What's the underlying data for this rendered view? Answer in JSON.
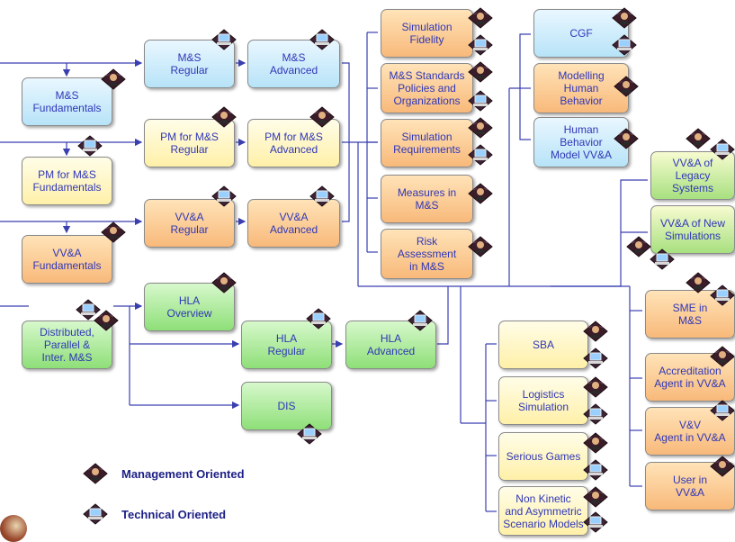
{
  "diagram": {
    "nodes": {
      "ms_fundamentals": "M&S\nFundamentals",
      "ms_regular": "M&S\nRegular",
      "ms_advanced": "M&S\nAdvanced",
      "pm_fundamentals": "PM for M&S\nFundamentals",
      "pm_regular": "PM for M&S\nRegular",
      "pm_advanced": "PM for M&S\nAdvanced",
      "vva_fundamentals": "VV&A\nFundamentals",
      "vva_regular": "VV&A\nRegular",
      "vva_advanced": "VV&A\nAdvanced",
      "distributed": "Distributed,\nParallel &\nInter. M&S",
      "hla_overview": "HLA\nOverview",
      "hla_regular": "HLA\nRegular",
      "hla_advanced": "HLA\nAdvanced",
      "dis": "DIS",
      "sim_fidelity": "Simulation\nFidelity",
      "ms_standards": "M&S Standards\nPolicies and\nOrganizations",
      "sim_requirements": "Simulation\nRequirements",
      "measures": "Measures in\nM&S",
      "risk": "Risk\nAssessment\nin M&S",
      "cgf": "CGF",
      "modelling_human": "Modelling\nHuman\nBehavior",
      "human_vva": "Human\nBehavior\nModel VV&A",
      "vva_legacy": "VV&A of\nLegacy\nSystems",
      "vva_new": "VV&A of New\nSimulations",
      "sme": "SME in\nM&S",
      "accreditation": "Accreditation\nAgent in VV&A",
      "vv_agent": "V&V\nAgent in VV&A",
      "user_vva": "User in\nVV&A",
      "sba": "SBA",
      "logistics": "Logistics\nSimulation",
      "serious_games": "Serious Games",
      "non_kinetic": "Non Kinetic\nand Asymmetric\nScenario Models"
    },
    "legend": {
      "management": "Management Oriented",
      "technical": "Technical Oriented"
    },
    "icons": {
      "management": "management-oriented-icon",
      "technical": "technical-oriented-icon"
    },
    "colors": {
      "line": "#3a3fb0",
      "text": "#2f37b8",
      "legend_text": "#1d1f86"
    }
  }
}
